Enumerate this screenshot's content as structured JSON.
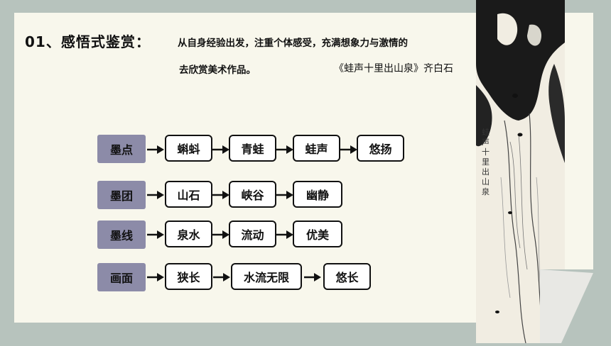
{
  "title": "01、感悟式鉴赏：",
  "subtitle_line1": "从自身经验出发，注重个体感受，充满想象力与激情的",
  "subtitle_line2": "去欣赏美术作品。",
  "painting_caption": "《蛙声十里出山泉》齐白石",
  "rows": [
    {
      "category": "墨点",
      "nodes": [
        "蝌蚪",
        "青蛙",
        "蛙声",
        "悠扬"
      ]
    },
    {
      "category": "墨团",
      "nodes": [
        "山石",
        "峡谷",
        "幽静"
      ]
    },
    {
      "category": "墨线",
      "nodes": [
        "泉水",
        "流动",
        "优美"
      ]
    },
    {
      "category": "画面",
      "nodes": [
        "狭长",
        "水流无限",
        "悠长"
      ]
    }
  ],
  "painting_inscription": "蛙声十里出山泉",
  "colors": {
    "category_fill": "#8c8ba8",
    "card_bg": "#f8f7ec",
    "page_bg": "#b7c3bd"
  }
}
